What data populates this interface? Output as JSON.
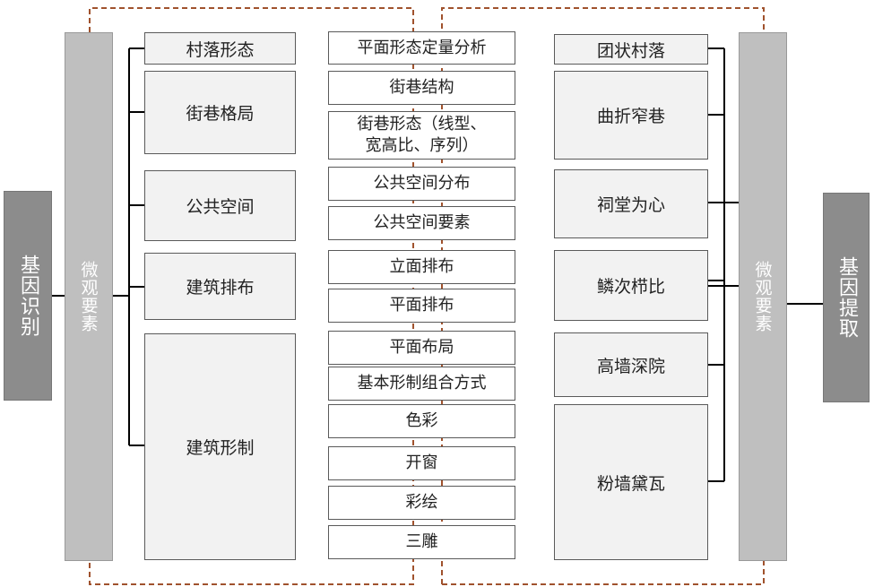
{
  "left_edge": {
    "label": "基因识别"
  },
  "right_edge": {
    "label": "基因提取"
  },
  "left_column": {
    "label": "微观要素"
  },
  "right_column": {
    "label": "微观要素"
  },
  "left_items": [
    {
      "label": "村落形态"
    },
    {
      "label": "街巷格局"
    },
    {
      "label": "公共空间"
    },
    {
      "label": "建筑排布"
    },
    {
      "label": "建筑形制"
    }
  ],
  "center_items": [
    {
      "label": "平面形态定量分析"
    },
    {
      "label": "街巷结构"
    },
    {
      "label": "街巷形态（线型、宽高比、序列）"
    },
    {
      "label": "公共空间分布"
    },
    {
      "label": "公共空间要素"
    },
    {
      "label": "立面排布"
    },
    {
      "label": "平面排布"
    },
    {
      "label": "平面布局"
    },
    {
      "label": "基本形制组合方式"
    },
    {
      "label": "色彩"
    },
    {
      "label": "开窗"
    },
    {
      "label": "彩绘"
    },
    {
      "label": "三雕"
    }
  ],
  "right_items": [
    {
      "label": "团状村落"
    },
    {
      "label": "曲折窄巷"
    },
    {
      "label": "祠堂为心"
    },
    {
      "label": "鳞次栉比"
    },
    {
      "label": "高墙深院"
    },
    {
      "label": "粉墙黛瓦"
    }
  ],
  "colors": {
    "dashed_frame": "#a0522d",
    "dark_box": "#8c8c8c",
    "column_box": "#bfbfbf",
    "item_box": "#f2f2f2",
    "line": "#000000"
  }
}
